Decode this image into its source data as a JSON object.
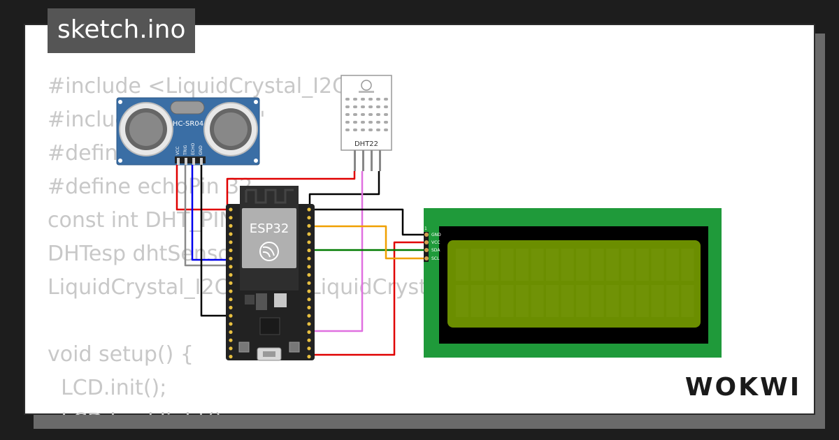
{
  "file_tab": {
    "title": "sketch.ino"
  },
  "code_lines": [
    "#include <LiquidCrystal_I2C.h>",
    "#include \"DHTesp.h\"",
    "#define trigPin 33",
    "#define echoPin 32",
    "const int DHT_PIN = 15;",
    "DHTesp dhtSensor;",
    "LiquidCrystal_I2C LCD = LiquidCrystal_I2C(0x27, 16, 2);",
    "",
    "void setup() {",
    "  LCD.init();",
    "  LCD.backlight();"
  ],
  "components": {
    "ultrasonic": {
      "label": "HC-SR04",
      "pins": [
        "VCC",
        "TRIG",
        "ECHO",
        "GND"
      ]
    },
    "dht": {
      "label": "DHT22"
    },
    "esp32": {
      "label": "ESP32"
    },
    "lcd": {
      "pin_number": "1",
      "pins": [
        "GND",
        "VCC",
        "SDA",
        "SCL"
      ]
    }
  },
  "brand": {
    "logo_text": "WOKWI"
  },
  "colors": {
    "wire_red": "#e00000",
    "wire_black": "#000000",
    "wire_blue": "#0000ee",
    "wire_gray": "#8a8a8a",
    "wire_orange": "#f0a000",
    "wire_green": "#007a00",
    "wire_pink": "#e070e0",
    "lcd_board": "#1f9a3a",
    "lcd_screen": "#6b8e00",
    "sensor_board": "#3a6ea5"
  }
}
